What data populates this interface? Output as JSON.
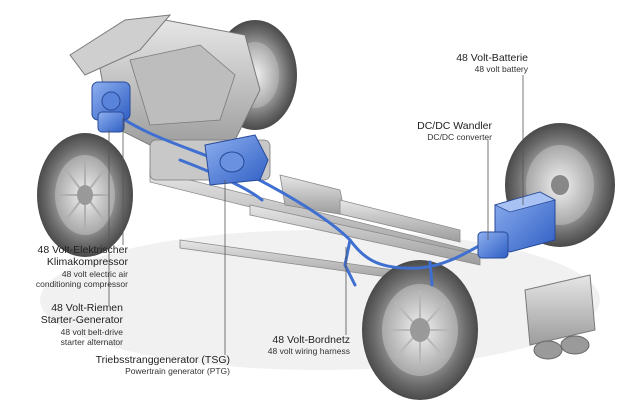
{
  "labels": {
    "battery": {
      "de": "48 Volt-Batterie",
      "en": "48 volt battery"
    },
    "dcdc": {
      "de": "DC/DC Wandler",
      "en": "DC/DC converter"
    },
    "compressor": {
      "de_1": "48 Volt-Elektrischer",
      "de_2": "Klimakompressor",
      "en_1": "48 volt electric air",
      "en_2": "conditioning compressor"
    },
    "bsg": {
      "de_1": "48 Volt-Riemen",
      "de_2": "Starter-Generator",
      "en_1": "48 volt belt-drive",
      "en_2": "starter alternator"
    },
    "tsg": {
      "de": "Triebsstranggenerator (TSG)",
      "en": "Powertrain generator (PTG)"
    },
    "harness": {
      "de": "48 Volt-Bordnetz",
      "en": "48 volt wiring harness"
    }
  },
  "colors": {
    "component_blue": "#3f6fd0",
    "chassis_grey": "#8a8a8a",
    "tire_dark": "#5a5a5a",
    "leader_line": "#555555"
  }
}
